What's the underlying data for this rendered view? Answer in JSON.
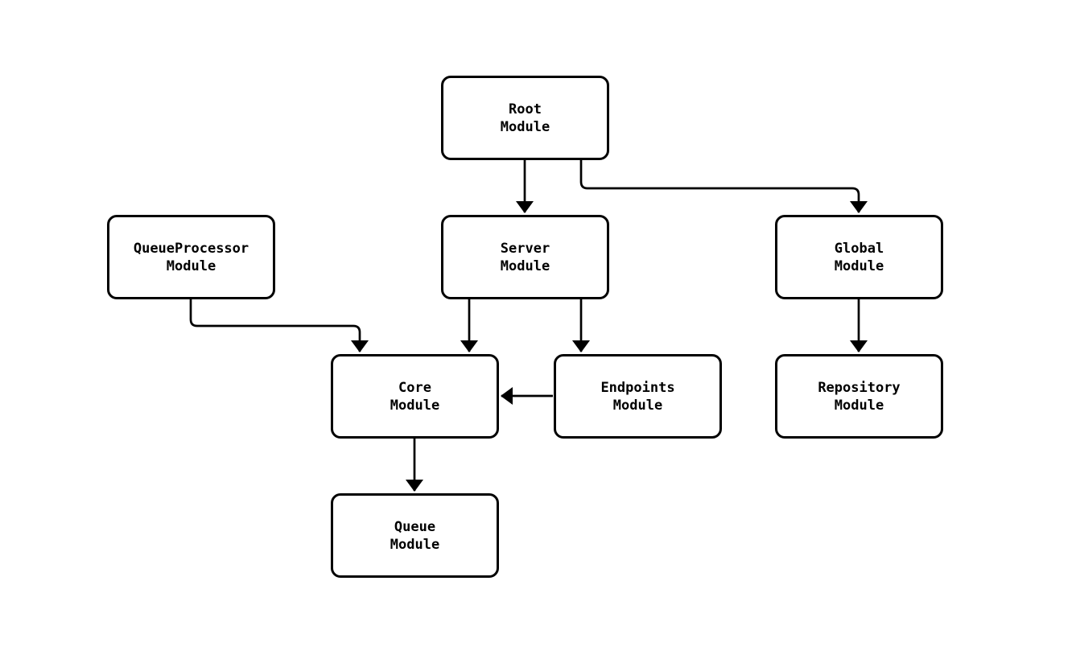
{
  "diagram": {
    "background_color": "#ffffff",
    "stroke_color": "#000000",
    "nodes": [
      {
        "id": "root",
        "line1": "Root",
        "line2": "Module"
      },
      {
        "id": "queueprocessor",
        "line1": "QueueProcessor",
        "line2": "Module"
      },
      {
        "id": "server",
        "line1": "Server",
        "line2": "Module"
      },
      {
        "id": "global",
        "line1": "Global",
        "line2": "Module"
      },
      {
        "id": "core",
        "line1": "Core",
        "line2": "Module"
      },
      {
        "id": "endpoints",
        "line1": "Endpoints",
        "line2": "Module"
      },
      {
        "id": "repository",
        "line1": "Repository",
        "line2": "Module"
      },
      {
        "id": "queue",
        "line1": "Queue",
        "line2": "Module"
      }
    ],
    "edges": [
      {
        "from": "root",
        "to": "server"
      },
      {
        "from": "root",
        "to": "global"
      },
      {
        "from": "queueprocessor",
        "to": "core"
      },
      {
        "from": "server",
        "to": "core"
      },
      {
        "from": "server",
        "to": "endpoints"
      },
      {
        "from": "endpoints",
        "to": "core"
      },
      {
        "from": "global",
        "to": "repository"
      },
      {
        "from": "core",
        "to": "queue"
      }
    ]
  }
}
